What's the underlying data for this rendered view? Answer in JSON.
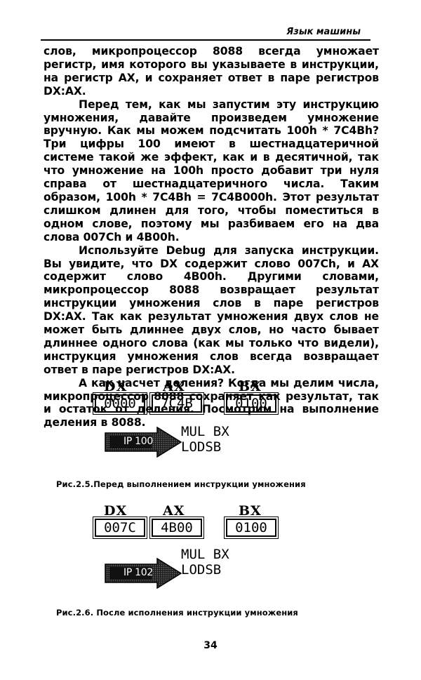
{
  "header": {
    "running_title": "Язык машины"
  },
  "paragraphs": [
    {
      "indent": false,
      "text": "слов, микропроцессор 8088 всегда умножает регистр, имя которого вы указываете в инструкции, на регистр AX, и сохраняет ответ в паре регистров DX:AX."
    },
    {
      "indent": true,
      "text": "Перед тем, как мы запустим эту инструкцию умножения, давайте произведем умножение вручную. Как мы можем подсчитать 100h * 7C4Bh? Три цифры 100 имеют в шестнадцатеричной системе такой же эффект, как и в десятичной, так что умножение на 100h просто добавит три нуля справа от шестнадцатеричного числа. Таким образом, 100h * 7C4Bh = 7C4B000h. Этот результат слишком длинен для того, чтобы поместиться в одном слове, поэтому мы разбиваем его на два слова 007Ch и 4B00h."
    },
    {
      "indent": true,
      "text": "Используйте Debug для запуска инструкции. Вы увидите, что DX содержит слово 007Ch, и AX содержит слово 4B00h. Другими словами, микропроцессор 8088 возвращает результат инструкции умножения слов в паре регистров DX:AX. Так как результат умножения двух слов не может быть длиннее двух слов, но часто бывает длиннее одного слова (как мы только что видели), инструкция умножения слов всегда возвращает ответ в паре регистров DX:AX."
    },
    {
      "indent": true,
      "text": "А как насчет деления? Когда мы делим числа, микропроцессор 8088 сохраняет как результат, так и остаток от деления. Посмотрим на выполнение деления в 8088."
    }
  ],
  "figure1": {
    "registers": [
      {
        "name": "DX",
        "value": "0000"
      },
      {
        "name": "AX",
        "value": "7C4B"
      },
      {
        "name": "BX",
        "value": "0100"
      }
    ],
    "ip": "IP 100",
    "code": [
      "MUL BX",
      "LODSB"
    ],
    "caption": "Рис.2.5.Перед выполнением инструкции умножения"
  },
  "figure2": {
    "registers": [
      {
        "name": "DX",
        "value": "007C"
      },
      {
        "name": "AX",
        "value": "4B00"
      },
      {
        "name": "BX",
        "value": "0100"
      }
    ],
    "ip": "IP 102",
    "code": [
      "MUL BX",
      "LODSB"
    ],
    "caption": "Рис.2.6. После исполнения инструкции умножения"
  },
  "page_number": "34"
}
